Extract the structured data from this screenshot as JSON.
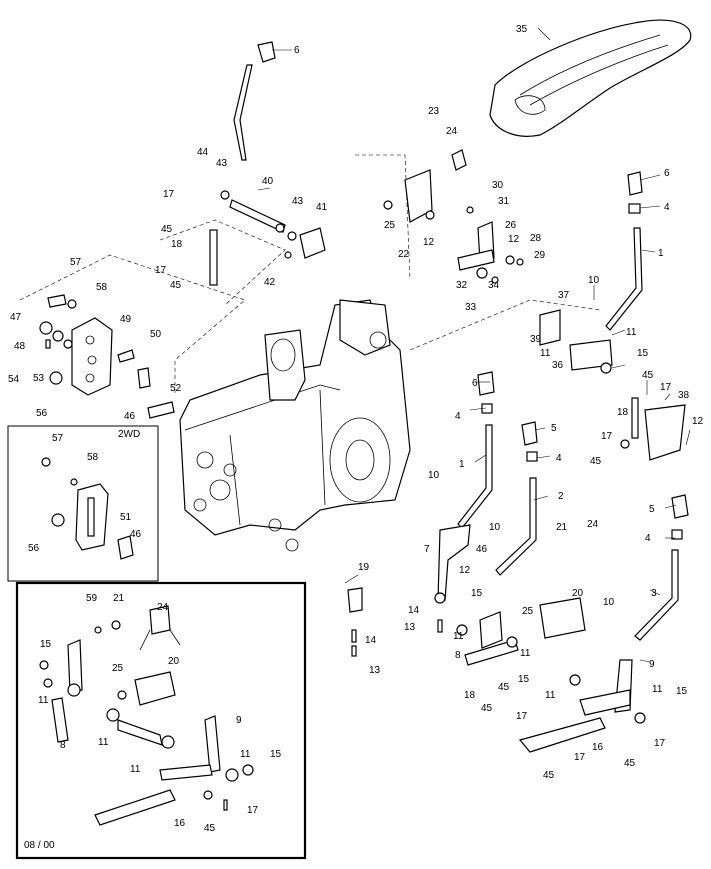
{
  "date_label": "08 / 00",
  "inset_2wd_label": "2WD",
  "callouts": [
    "1",
    "2",
    "3",
    "4",
    "5",
    "6",
    "7",
    "8",
    "9",
    "10",
    "11",
    "12",
    "13",
    "14",
    "15",
    "16",
    "17",
    "18",
    "19",
    "20",
    "21",
    "22",
    "23",
    "24",
    "25",
    "26",
    "28",
    "29",
    "30",
    "31",
    "32",
    "33",
    "34",
    "35",
    "36",
    "37",
    "38",
    "39",
    "40",
    "41",
    "42",
    "43",
    "44",
    "45",
    "46",
    "47",
    "48",
    "49",
    "50",
    "51",
    "52",
    "53",
    "54",
    "56",
    "57",
    "58",
    "59"
  ]
}
